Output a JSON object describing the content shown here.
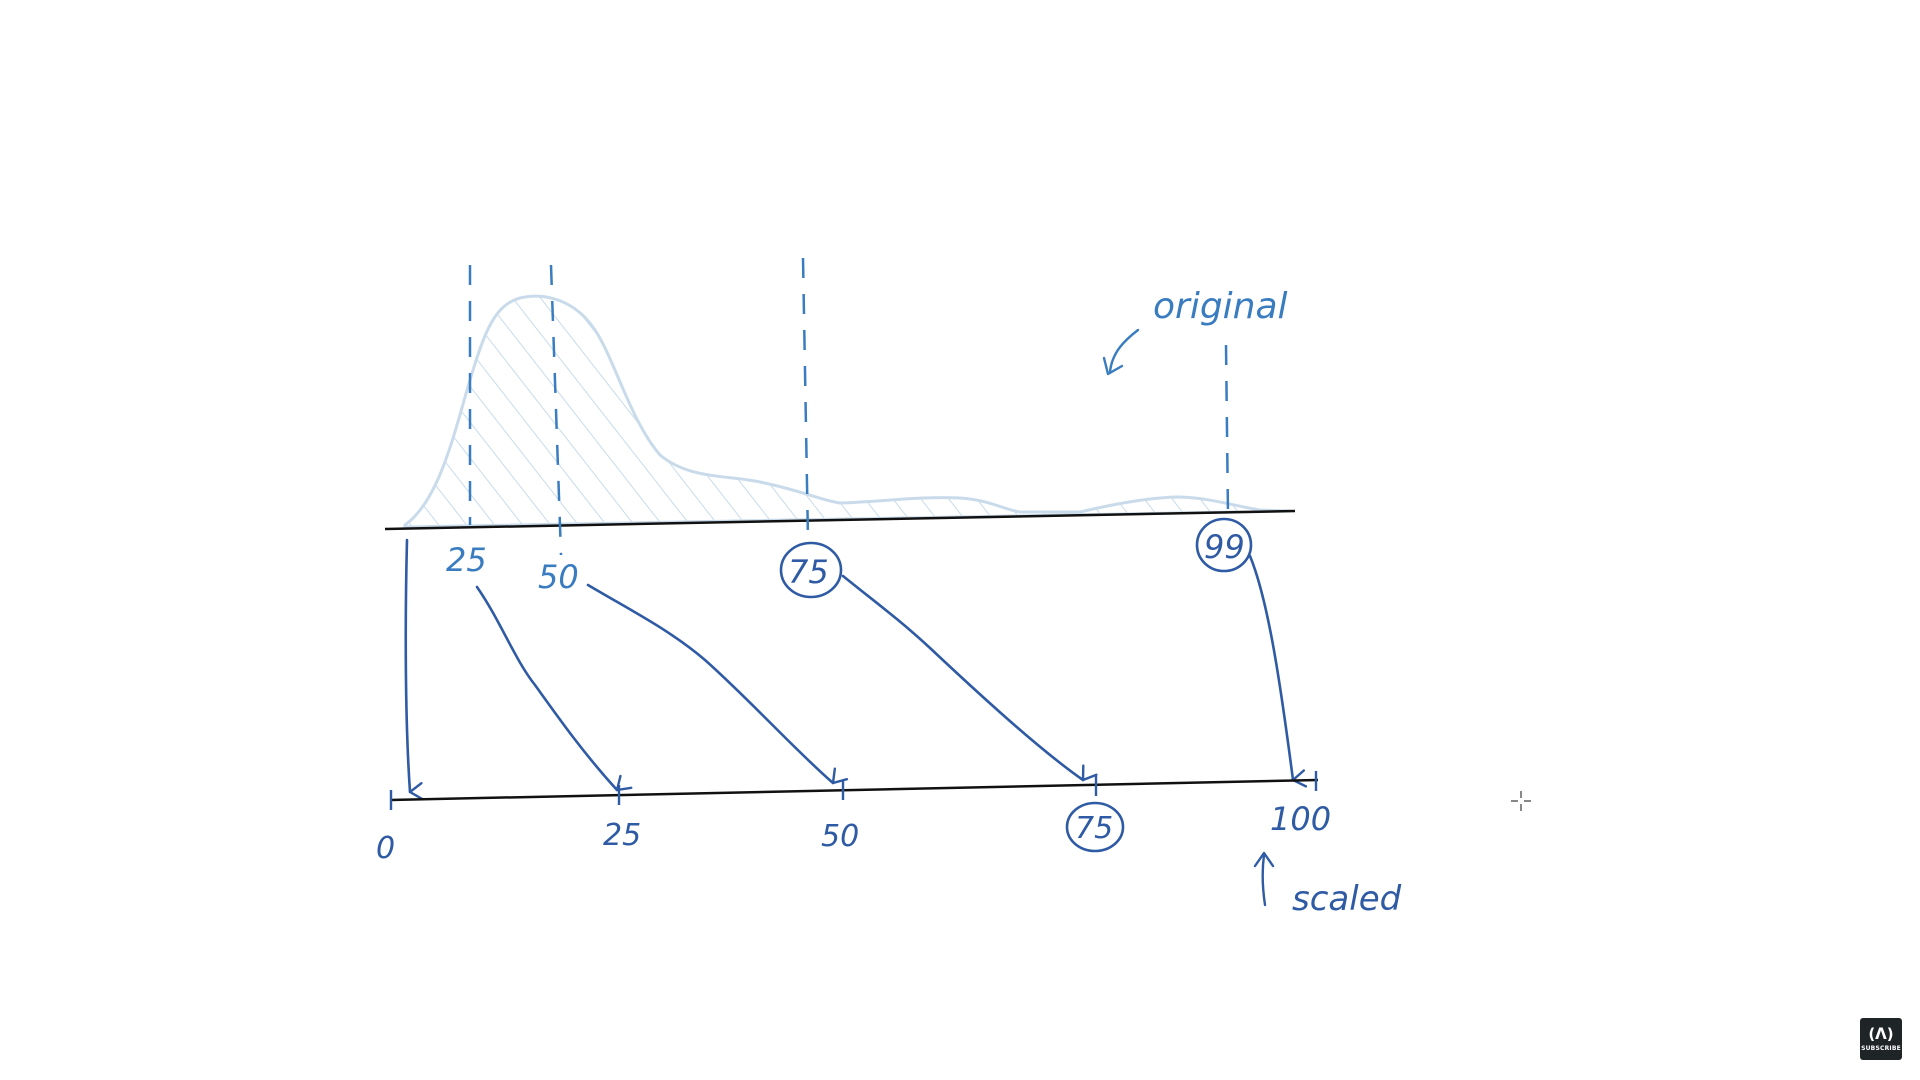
{
  "diagram": {
    "annotations": {
      "original": "original",
      "scaled": "scaled"
    },
    "original_axis": {
      "markers": [
        {
          "label": "25",
          "circled": false
        },
        {
          "label": "50",
          "circled": false
        },
        {
          "label": "75",
          "circled": true
        },
        {
          "label": "99",
          "circled": true
        }
      ]
    },
    "scaled_axis": {
      "ticks": [
        {
          "label": "0",
          "circled": false
        },
        {
          "label": "25",
          "circled": false
        },
        {
          "label": "50",
          "circled": false
        },
        {
          "label": "75",
          "circled": true
        },
        {
          "label": "100",
          "circled": false
        }
      ]
    },
    "colors": {
      "ink": "#2f5aa4",
      "dash": "#3a7cc0",
      "fill": "#c9dbea",
      "axis": "#111111"
    }
  },
  "badge": {
    "logo": "(ᐱ)",
    "label": "SUBSCRIBE"
  }
}
